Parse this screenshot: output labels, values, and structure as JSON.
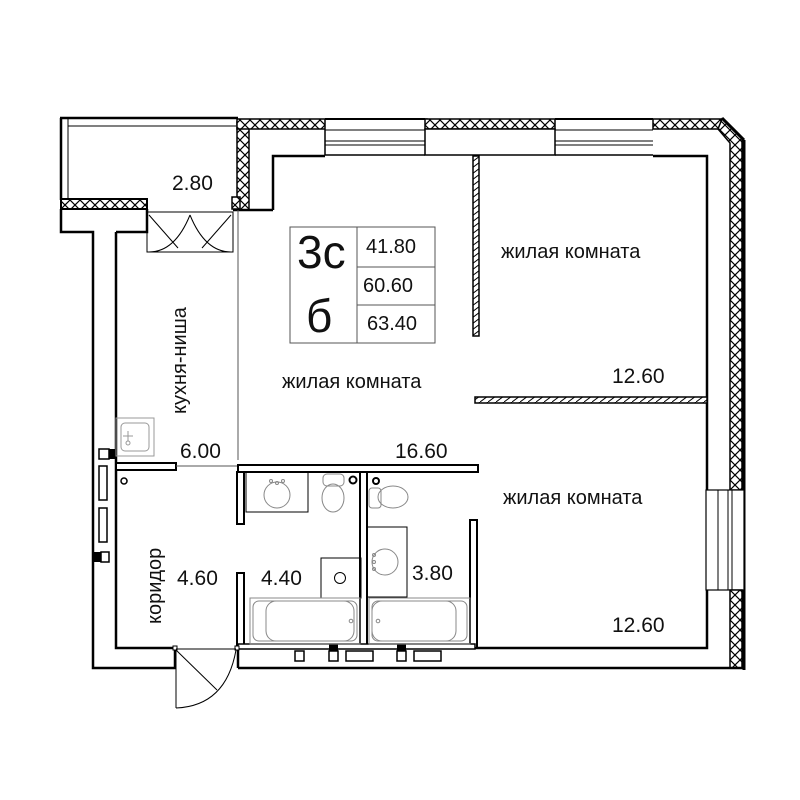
{
  "plan": {
    "type_code": "3с",
    "section_code": "б",
    "areas_summary": [
      "41.80",
      "60.60",
      "63.40"
    ]
  },
  "rooms": {
    "balcony": {
      "area": "2.80"
    },
    "kitchen_niche": {
      "name": "кухня-ниша",
      "area": "6.00"
    },
    "living_main": {
      "name": "жилая комната",
      "area": "16.60"
    },
    "living_top_right": {
      "name": "жилая комната",
      "area": "12.60"
    },
    "living_bottom_right": {
      "name": "жилая комната",
      "area": "12.60"
    },
    "corridor": {
      "name": "коридор",
      "area": "4.60"
    },
    "bathroom_1": {
      "area": "4.40"
    },
    "bathroom_2": {
      "area": "3.80"
    }
  },
  "colors": {
    "wall": "#000000",
    "thin_line": "#666666",
    "fixture": "#888888",
    "background": "#ffffff"
  }
}
